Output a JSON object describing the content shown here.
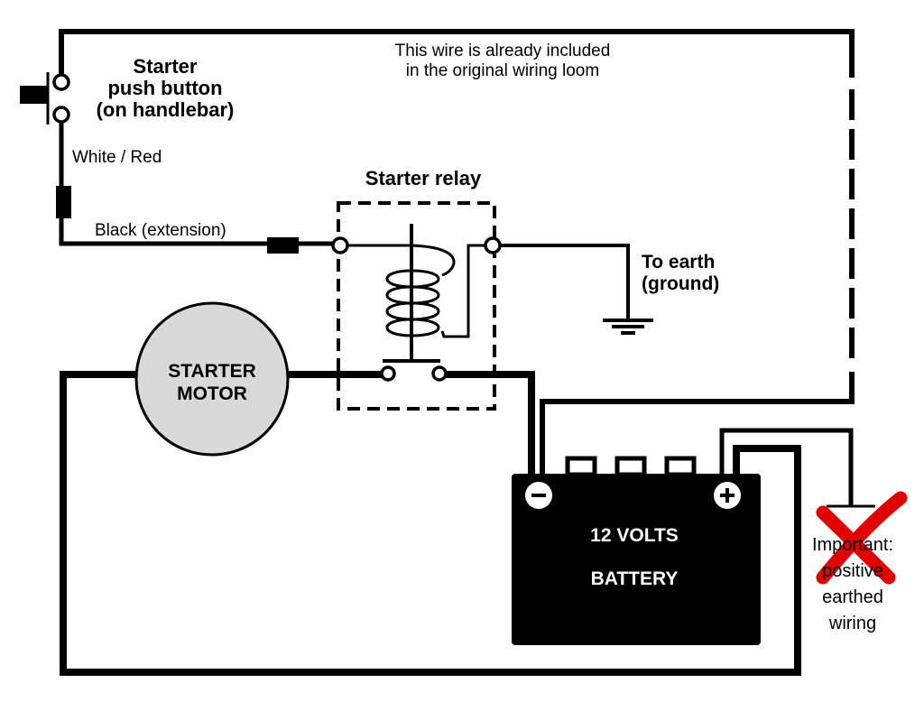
{
  "labels": {
    "push_button": [
      "Starter",
      "push button",
      "(on handlebar)"
    ],
    "wire_note": [
      "This wire is already included",
      "in the original wiring loom"
    ],
    "white_red": "White / Red",
    "black_extension": "Black (extension)",
    "starter_relay": "Starter relay",
    "to_earth": [
      "To earth",
      "(ground)"
    ],
    "starter_motor": [
      "STARTER",
      "MOTOR"
    ],
    "battery": [
      "12 VOLTS",
      "BATTERY"
    ],
    "negative_symbol": "−",
    "positive_symbol": "+",
    "important_note": [
      "Important:",
      "positive",
      "earthed",
      "wiring"
    ]
  },
  "colors": {
    "wire": "#000000",
    "motor_fill": "#d9d9d9",
    "cross_mark": "#e00000"
  },
  "icons": {
    "cross": "red-x-icon",
    "ground": "ground-symbol-icon"
  }
}
